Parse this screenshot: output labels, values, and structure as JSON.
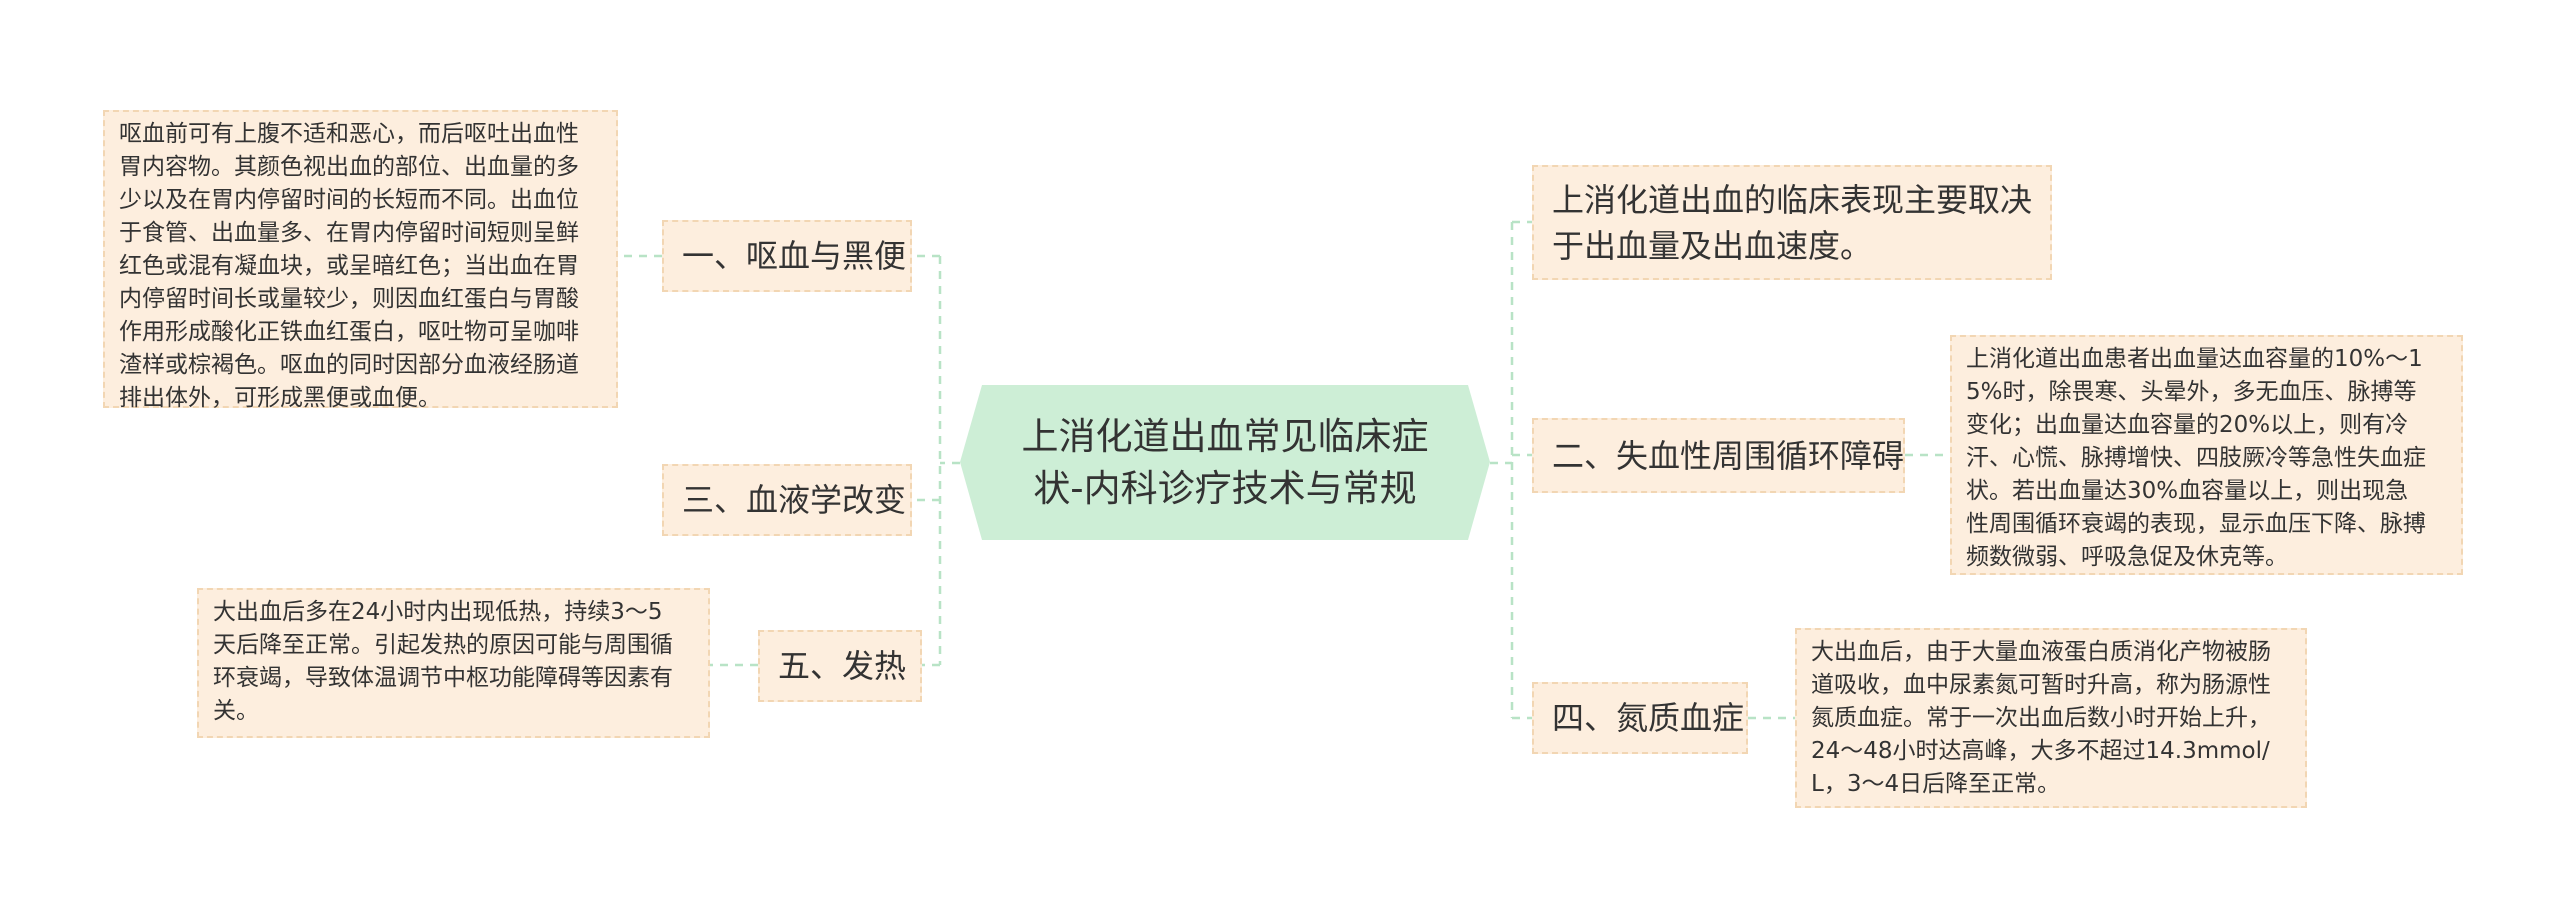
{
  "root": {
    "title": "上消化道出血常见临床症\n状-内科诊疗技术与常规"
  },
  "topics": [
    {
      "label": "一、呕血与黑便",
      "detail": "呕血前可有上腹不适和恶心，而后呕吐出血性\n胃内容物。其颜色视出血的部位、出血量的多\n少以及在胃内停留时间的长短而不同。出血位\n于食管、出血量多、在胃内停留时间短则呈鲜\n红色或混有凝血块，或呈暗红色；当出血在胃\n内停留时间长或量较少，则因血红蛋白与胃酸\n作用形成酸化正铁血红蛋白，呕吐物可呈咖啡\n渣样或棕褐色。呕血的同时因部分血液经肠道\n排出体外，可形成黑便或血便。"
    },
    {
      "label": "三、血液学改变",
      "detail": ""
    },
    {
      "label": "五、发热",
      "detail": "大出血后多在24小时内出现低热，持续3～5\n天后降至正常。引起发热的原因可能与周围循\n环衰竭，导致体温调节中枢功能障碍等因素有\n关。"
    },
    {
      "label": "上消化道出血的临床表现主要取决\n于出血量及出血速度。",
      "detail": ""
    },
    {
      "label": "二、失血性周围循环障碍",
      "detail": "上消化道出血患者出血量达血容量的10%～1\n5%时，除畏寒、头晕外，多无血压、脉搏等\n变化；出血量达血容量的20%以上，则有冷\n汗、心慌、脉搏增快、四肢厥冷等急性失血症\n状。若出血量达30%血容量以上，则出现急\n性周围循环衰竭的表现，显示血压下降、脉搏\n频数微弱、呼吸急促及休克等。"
    },
    {
      "label": "四、氮质血症",
      "detail": "大出血后，由于大量血液蛋白质消化产物被肠\n道吸收，血中尿素氮可暂时升高，称为肠源性\n氮质血症。常于一次出血后数小时开始上升，\n24～48小时达高峰，大多不超过14.3mmol/\nL，3～4日后降至正常。"
    }
  ],
  "colors": {
    "root_fill": "#cdeed6",
    "node_fill": "#fdeede",
    "node_border": "#f2d6b3",
    "connector": "#b8e3c6",
    "text": "#333333"
  }
}
